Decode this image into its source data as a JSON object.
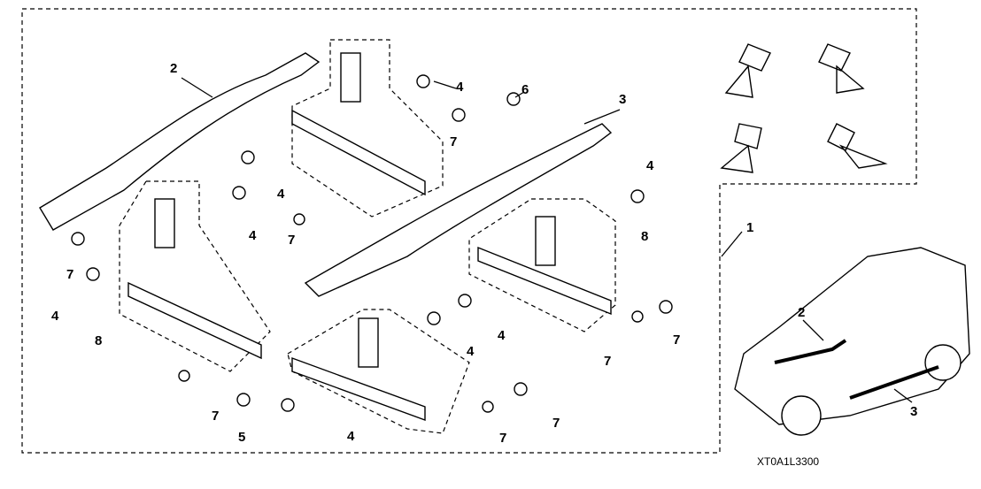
{
  "diagram_code": "XT0A1L3300",
  "callouts": [
    {
      "id": "c1",
      "label": "2"
    },
    {
      "id": "c2",
      "label": "4"
    },
    {
      "id": "c3",
      "label": "6"
    },
    {
      "id": "c4",
      "label": "3"
    },
    {
      "id": "c5",
      "label": "7"
    },
    {
      "id": "c6",
      "label": "4"
    },
    {
      "id": "c7",
      "label": "4"
    },
    {
      "id": "c8",
      "label": "7"
    },
    {
      "id": "c9",
      "label": "4"
    },
    {
      "id": "c10",
      "label": "8"
    },
    {
      "id": "c11",
      "label": "1"
    },
    {
      "id": "c12",
      "label": "7"
    },
    {
      "id": "c13",
      "label": "4"
    },
    {
      "id": "c14",
      "label": "8"
    },
    {
      "id": "c15",
      "label": "4"
    },
    {
      "id": "c16",
      "label": "4"
    },
    {
      "id": "c17",
      "label": "7"
    },
    {
      "id": "c18",
      "label": "7"
    },
    {
      "id": "c19",
      "label": "7"
    },
    {
      "id": "c20",
      "label": "5"
    },
    {
      "id": "c21",
      "label": "4"
    },
    {
      "id": "c22",
      "label": "7"
    },
    {
      "id": "c23",
      "label": "7"
    },
    {
      "id": "c24",
      "label": "2"
    },
    {
      "id": "c25",
      "label": "3"
    }
  ]
}
